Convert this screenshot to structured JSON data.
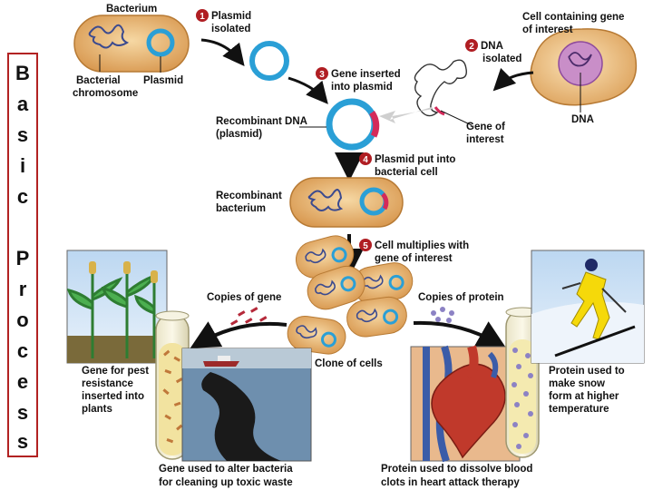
{
  "side_title_letters": [
    "B",
    "a",
    "s",
    "i",
    "c",
    "P",
    "r",
    "o",
    "c",
    "e",
    "s",
    "s"
  ],
  "labels": {
    "bacterium": "Bacterium",
    "bacterial_chromosome_1": "Bacterial",
    "bacterial_chromosome_2": "chromosome",
    "plasmid": "Plasmid",
    "step1_line1": "Plasmid",
    "step1_line2": "isolated",
    "step2_line1": "DNA",
    "step2_line2": "isolated",
    "cell_gene_1": "Cell containing gene",
    "cell_gene_2": "of interest",
    "dna": "DNA",
    "step3_line1": "Gene inserted",
    "step3_line2": "into plasmid",
    "recomb_dna_1": "Recombinant DNA",
    "recomb_dna_2": "(plasmid)",
    "gene_interest_1": "Gene of",
    "gene_interest_2": "interest",
    "step4_line1": "Plasmid put into",
    "step4_line2": "bacterial cell",
    "recomb_bact_1": "Recombinant",
    "recomb_bact_2": "bacterium",
    "step5_line1": "Cell multiplies with",
    "step5_line2": "gene of interest",
    "copies_gene": "Copies of gene",
    "copies_protein": "Copies of protein",
    "clone": "Clone of cells",
    "pest_1": "Gene for pest",
    "pest_2": "resistance",
    "pest_3": "inserted into",
    "pest_4": "plants",
    "snow_1": "Protein used to",
    "snow_2": "make snow",
    "snow_3": "form at higher",
    "snow_4": "temperature",
    "bact_1": "Gene used to alter bacteria",
    "bact_2": "for cleaning up toxic waste",
    "blood_1": "Protein used to dissolve blood",
    "blood_2": "clots in heart attack therapy"
  },
  "step_numbers": [
    "1",
    "2",
    "3",
    "4",
    "5"
  ],
  "colors": {
    "step_badge": "#b01e23",
    "plasmid": "#2a9fd6",
    "cell_fill": "#e6b979",
    "insert": "#d42a5a",
    "frame": "#b22222"
  }
}
